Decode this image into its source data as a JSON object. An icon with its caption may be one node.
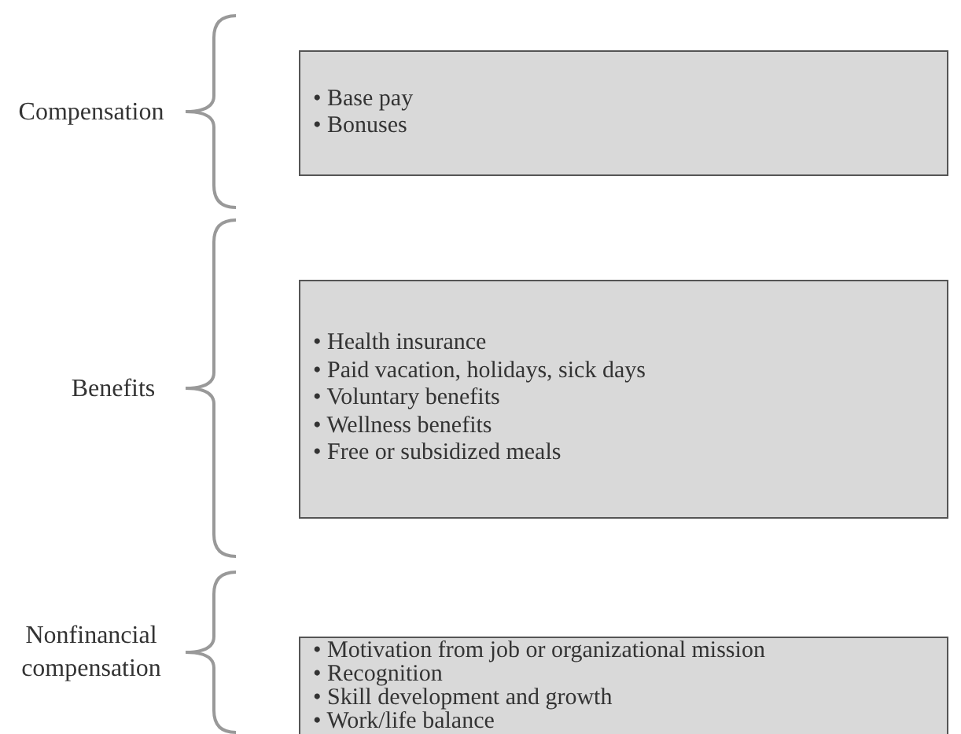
{
  "diagram": {
    "nodes": [
      {
        "text": [
          "Compensation"
        ]
      },
      {
        "text": [
          "• Base pay",
          "• Bonuses"
        ]
      },
      {
        "text": [
          "Benefits"
        ]
      },
      {
        "text": [
          "• Health insurance",
          "• Paid vacation, holidays, sick days",
          "• Voluntary benefits",
          "• Wellness benefits",
          "• Free or subsidized meals"
        ]
      },
      {
        "text": [
          "Nonfinancial compensation"
        ]
      },
      {
        "text": [
          "• Motivation from job or organizational mission",
          "• Recognition",
          "• Skill development and growth",
          "• Work/life balance"
        ]
      }
    ]
  }
}
